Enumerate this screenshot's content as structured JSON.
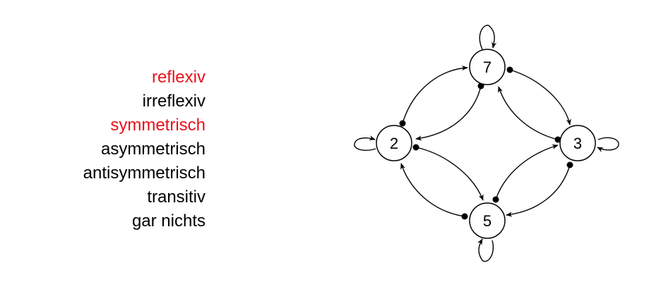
{
  "colors": {
    "selected": "#e8121b",
    "text": "#000000",
    "background": "#ffffff"
  },
  "properties": [
    {
      "label": "reflexiv",
      "selected": true
    },
    {
      "label": "irreflexiv",
      "selected": false
    },
    {
      "label": "symmetrisch",
      "selected": true
    },
    {
      "label": "asymmetrisch",
      "selected": false
    },
    {
      "label": "antisymmetrisch",
      "selected": false
    },
    {
      "label": "transitiv",
      "selected": false
    },
    {
      "label": "gar nichts",
      "selected": false
    }
  ],
  "graph": {
    "nodes": [
      {
        "id": "7",
        "label": "7",
        "self_loop": true
      },
      {
        "id": "2",
        "label": "2",
        "self_loop": true
      },
      {
        "id": "3",
        "label": "3",
        "self_loop": true
      },
      {
        "id": "5",
        "label": "5",
        "self_loop": true
      }
    ],
    "edges": [
      {
        "from": "2",
        "to": "7"
      },
      {
        "from": "7",
        "to": "2"
      },
      {
        "from": "7",
        "to": "3"
      },
      {
        "from": "3",
        "to": "7"
      },
      {
        "from": "2",
        "to": "5"
      },
      {
        "from": "5",
        "to": "2"
      },
      {
        "from": "5",
        "to": "3"
      },
      {
        "from": "3",
        "to": "5"
      }
    ]
  }
}
